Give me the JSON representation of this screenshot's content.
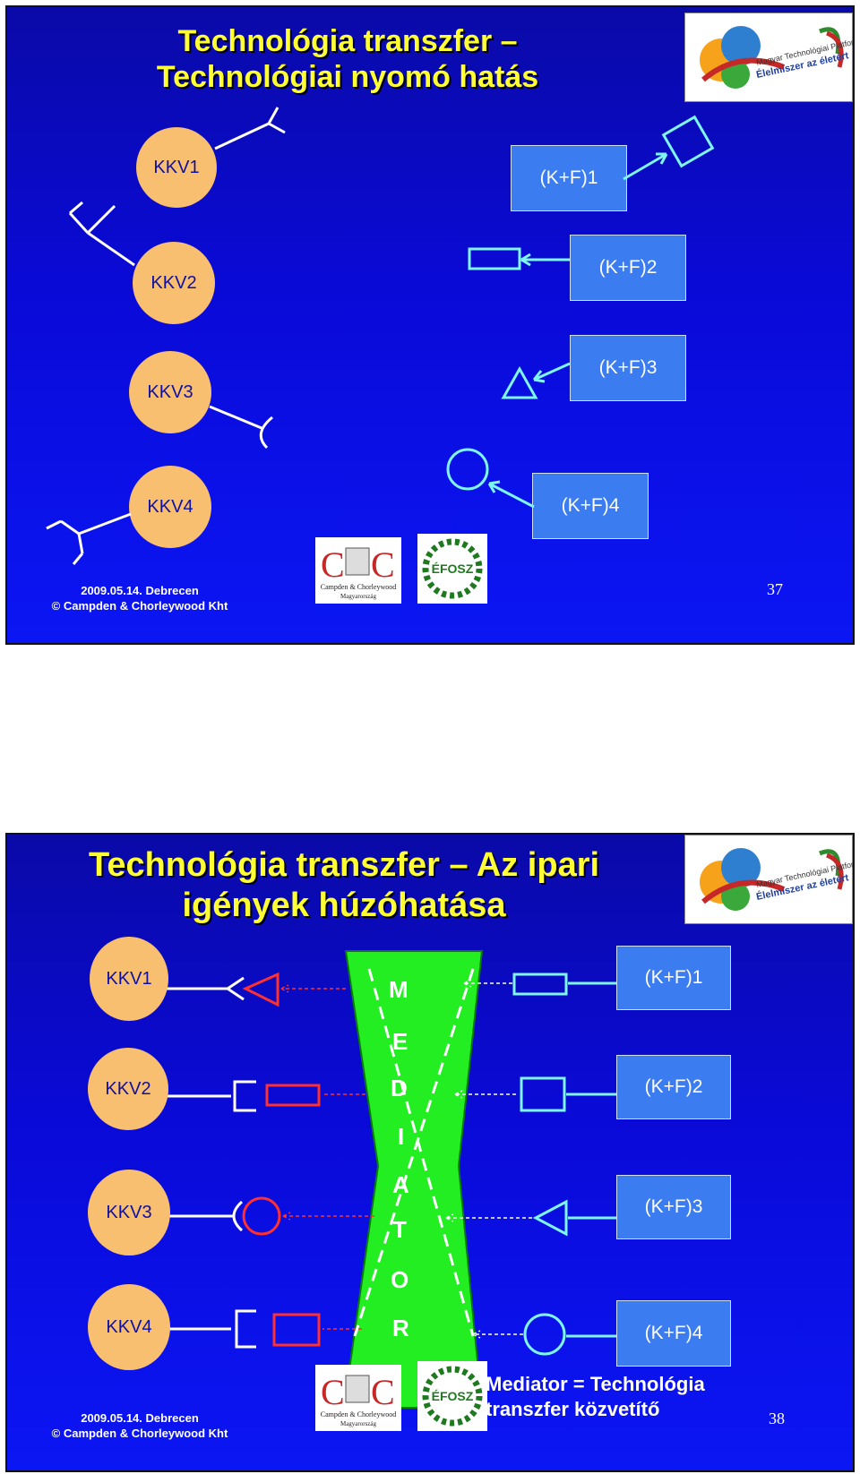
{
  "slide1": {
    "title_line1": "Technológia transzfer –",
    "title_line2": "Technológiai nyomó hatás",
    "kkv": [
      "KKV1",
      "KKV2",
      "KKV3",
      "KKV4"
    ],
    "kf": [
      "(K+F)1",
      "(K+F)2",
      "(K+F)3",
      "(K+F)4"
    ],
    "footer_date": "2009.05.14. Debrecen",
    "footer_copy": "© Campden & Chorleywood Kht",
    "page_number": "37",
    "logo_ccc_text": "Campden & Chorleywood",
    "logo_ccc_sub": "Magyarország",
    "logo_efosz": "ÉFOSZ",
    "logo_platform_line1": "Magyar Technológiai Platform",
    "logo_platform_line2": "Élelmiszer az életért"
  },
  "slide2": {
    "title_line1": "Technológia transzfer – Az ipari",
    "title_line2": "igények húzóhatása",
    "kkv": [
      "KKV1",
      "KKV2",
      "KKV3",
      "KKV4"
    ],
    "kf": [
      "(K+F)1",
      "(K+F)2",
      "(K+F)3",
      "(K+F)4"
    ],
    "mediator_letters": [
      "M",
      "E",
      "D",
      "I",
      "A",
      "T",
      "O",
      "R"
    ],
    "caption_line1": "Mediator = Technológia",
    "caption_line2": "transzfer közvetítő",
    "footer_date": "2009.05.14. Debrecen",
    "footer_copy": "© Campden & Chorleywood Kht",
    "page_number": "38",
    "logo_ccc_text": "Campden & Chorleywood",
    "logo_ccc_sub": "Magyarország",
    "logo_efosz": "ÉFOSZ",
    "logo_platform_line1": "Magyar Technológiai Platform",
    "logo_platform_line2": "Élelmiszer az életért"
  },
  "colors": {
    "background": "#0a0ad8",
    "title": "#ffff33",
    "kkv_fill": "#f8bf70",
    "kkv_text": "#1010a0",
    "kf_fill": "#3b7cf0",
    "connector": "#7ef5f0",
    "mediator": "#22ee22",
    "need_shapes": "#ff3030"
  }
}
